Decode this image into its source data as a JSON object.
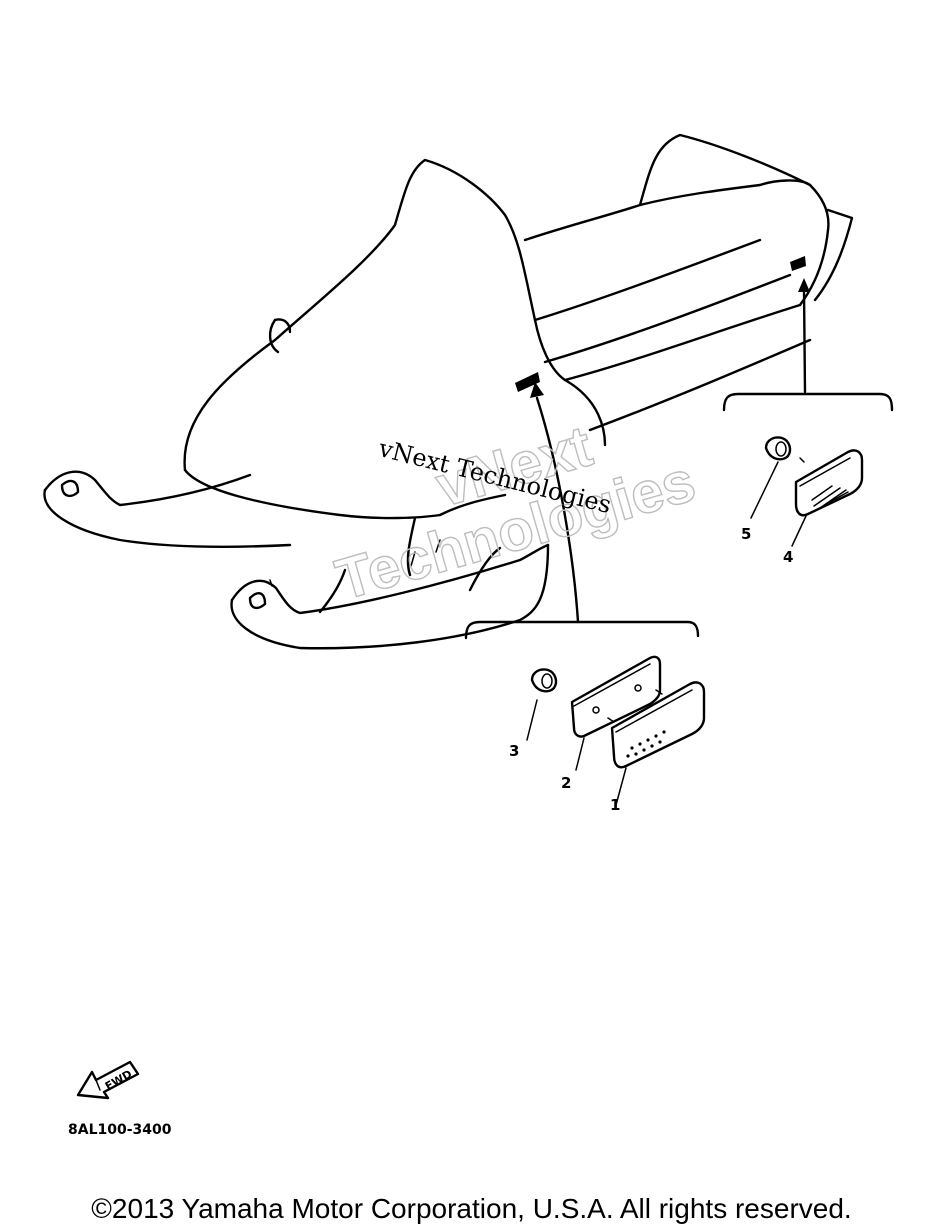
{
  "diagram": {
    "callouts": [
      {
        "label": "1",
        "part": "reflector"
      },
      {
        "label": "2",
        "part": "reflector base"
      },
      {
        "label": "3",
        "part": "nut"
      },
      {
        "label": "4",
        "part": "reflector"
      },
      {
        "label": "5",
        "part": "nut"
      }
    ],
    "watermark": {
      "script_text": "vNext Technologies",
      "outline_line1": "vNext",
      "outline_line2": "Technologies"
    },
    "fwd_label": "FWD",
    "drawing_code": "8AL100-3400"
  },
  "footer": {
    "copyright": "©2013 Yamaha Motor Corporation, U.S.A. All rights reserved."
  },
  "colors": {
    "line": "#000000",
    "watermark_outline": "#bdbdbd",
    "background": "#ffffff"
  }
}
